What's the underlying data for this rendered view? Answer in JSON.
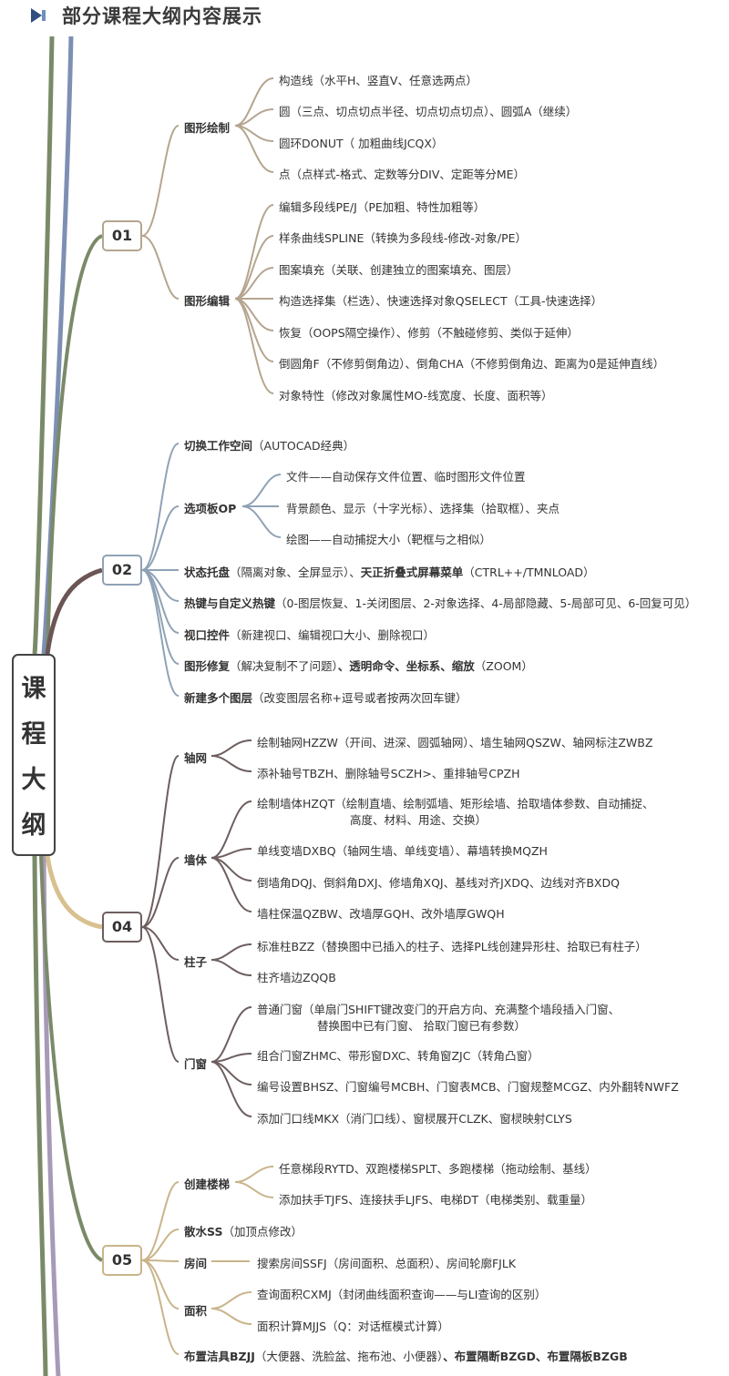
{
  "header": {
    "title": "部分课程大纲内容展示"
  },
  "root": {
    "chars": [
      "课",
      "程",
      "大",
      "纲"
    ]
  },
  "colors": {
    "s01": "#b5a58f",
    "s02": "#8fa2b5",
    "s04": "#6e5e5e",
    "s05": "#c9b48b",
    "spine_green": "#7a8a68",
    "spine_blue": "#7d8fb3",
    "spine_brown": "#6b5555"
  },
  "sections": {
    "s01": {
      "number": "01",
      "topics": {
        "t1": {
          "label": "图形绘制",
          "items": [
            "构造线（水平H、竖直V、任意选两点）",
            "圆（三点、切点切点半径、切点切点切点）、圆弧A（继续）",
            "圆环DONUT（ 加粗曲线JCQX）",
            "点（点样式-格式、定数等分DIV、定距等分ME）"
          ]
        },
        "t2": {
          "label": "图形编辑",
          "items": [
            "编辑多段线PE/J（PE加粗、特性加粗等）",
            "样条曲线SPLINE（转换为多段线-修改-对象/PE）",
            "图案填充（关联、创建独立的图案填充、图层）",
            "构造选择集（栏选）、快速选择对象QSELECT（工具-快速选择）",
            "恢复（OOPS隔空操作）、修剪（不触碰修剪、类似于延伸）",
            "倒圆角F（不修剪倒角边）、倒角CHA（不修剪倒角边、距离为0是延伸直线）",
            "对象特性（修改对象属性MO-线宽度、长度、面积等）"
          ]
        }
      }
    },
    "s02": {
      "number": "02",
      "r1": {
        "bold": "切换工作空间",
        "rest": "（AUTOCAD经典）"
      },
      "options": {
        "label": "选项板OP",
        "items": [
          "文件——自动保存文件位置、临时图形文件位置",
          "背景颜色、显示（十字光标）、选择集（拾取框）、夹点",
          "绘图——自动捕捉大小（靶框与之相似）"
        ]
      },
      "r3": {
        "bold1": "状态托盘",
        "mid": "（隔离对象、全屏显示）、",
        "bold2": "天正折叠式屏幕菜单",
        "rest": "（CTRL++/TMNLOAD）"
      },
      "r4": {
        "bold": "热键与自定义热键",
        "rest": "（0-图层恢复、1-关闭图层、2-对象选择、4-局部隐藏、5-局部可见、6-回复可见）"
      },
      "r5": {
        "bold": "视口控件",
        "rest": "（新建视口、编辑视口大小、删除视口）"
      },
      "r6": {
        "bold1": "图形修复",
        "mid": "（解决复制不了问题）",
        "bold2": "、透明命令、坐标系、缩放",
        "rest": "（ZOOM）"
      },
      "r7": {
        "bold": "新建多个图层",
        "rest": "（改变图层名称+逗号或者按两次回车键）"
      }
    },
    "s04": {
      "number": "04",
      "axis": {
        "label": "轴网",
        "items": [
          "绘制轴网HZZW（开间、进深、圆弧轴网）、墙生轴网QSZW、轴网标注ZWBZ",
          "添补轴号TBZH、删除轴号SCZH>、重排轴号CPZH"
        ]
      },
      "wall": {
        "label": "墙体",
        "items": [
          "绘制墙体HZQT（绘制直墙、绘制弧墙、矩形绘墙、拾取墙体参数、自动捕捉、",
          "高度、材料、用途、交换）",
          "单线变墙DXBQ（轴网生墙、单线变墙）、幕墙转换MQZH",
          "倒墙角DQJ、倒斜角DXJ、修墙角XQJ、基线对齐JXDQ、边线对齐BXDQ",
          "墙柱保温QZBW、改墙厚GQH、改外墙厚GWQH"
        ]
      },
      "column": {
        "label": "柱子",
        "items": [
          "标准柱BZZ（替换图中已插入的柱子、选择PL线创建异形柱、拾取已有柱子）",
          "柱齐墙边ZQQB"
        ]
      },
      "door": {
        "label": "门窗",
        "items": [
          "普通门窗（单扇门SHIFT键改变门的开启方向、充满整个墙段插入门窗、",
          "替换图中已有门窗、 拾取门窗已有参数）",
          "组合门窗ZHMC、带形窗DXC、转角窗ZJC（转角凸窗）",
          "编号设置BHSZ、门窗编号MCBH、门窗表MCB、门窗规整MCGZ、内外翻转NWFZ",
          "添加门口线MKX（消门口线）、窗棂展开CLZK、窗棂映射CLYS"
        ]
      }
    },
    "s05": {
      "number": "05",
      "stairs": {
        "label": "创建楼梯",
        "items": [
          "任意梯段RYTD、双跑楼梯SPLT、多跑楼梯（拖动绘制、基线）",
          "添加扶手TJFS、连接扶手LJFS、电梯DT（电梯类别、载重量）"
        ]
      },
      "apron": {
        "bold": "散水SS",
        "rest": "（加顶点修改）"
      },
      "room": {
        "label": "房间",
        "item": "搜索房间SSFJ（房间面积、总面积）、房间轮廓FJLK"
      },
      "area": {
        "label": "面积",
        "items": [
          "查询面积CXMJ（封闭曲线面积查询——与LI查询的区别）",
          "面积计算MJJS（Q：对话框模式计算）"
        ]
      },
      "fixture": {
        "bold1": "布置洁具BZJJ",
        "mid": "（大便器、洗脸盆、拖布池、小便器）",
        "bold2": "、布置隔断BZGD、布置隔板BZGB"
      }
    }
  }
}
